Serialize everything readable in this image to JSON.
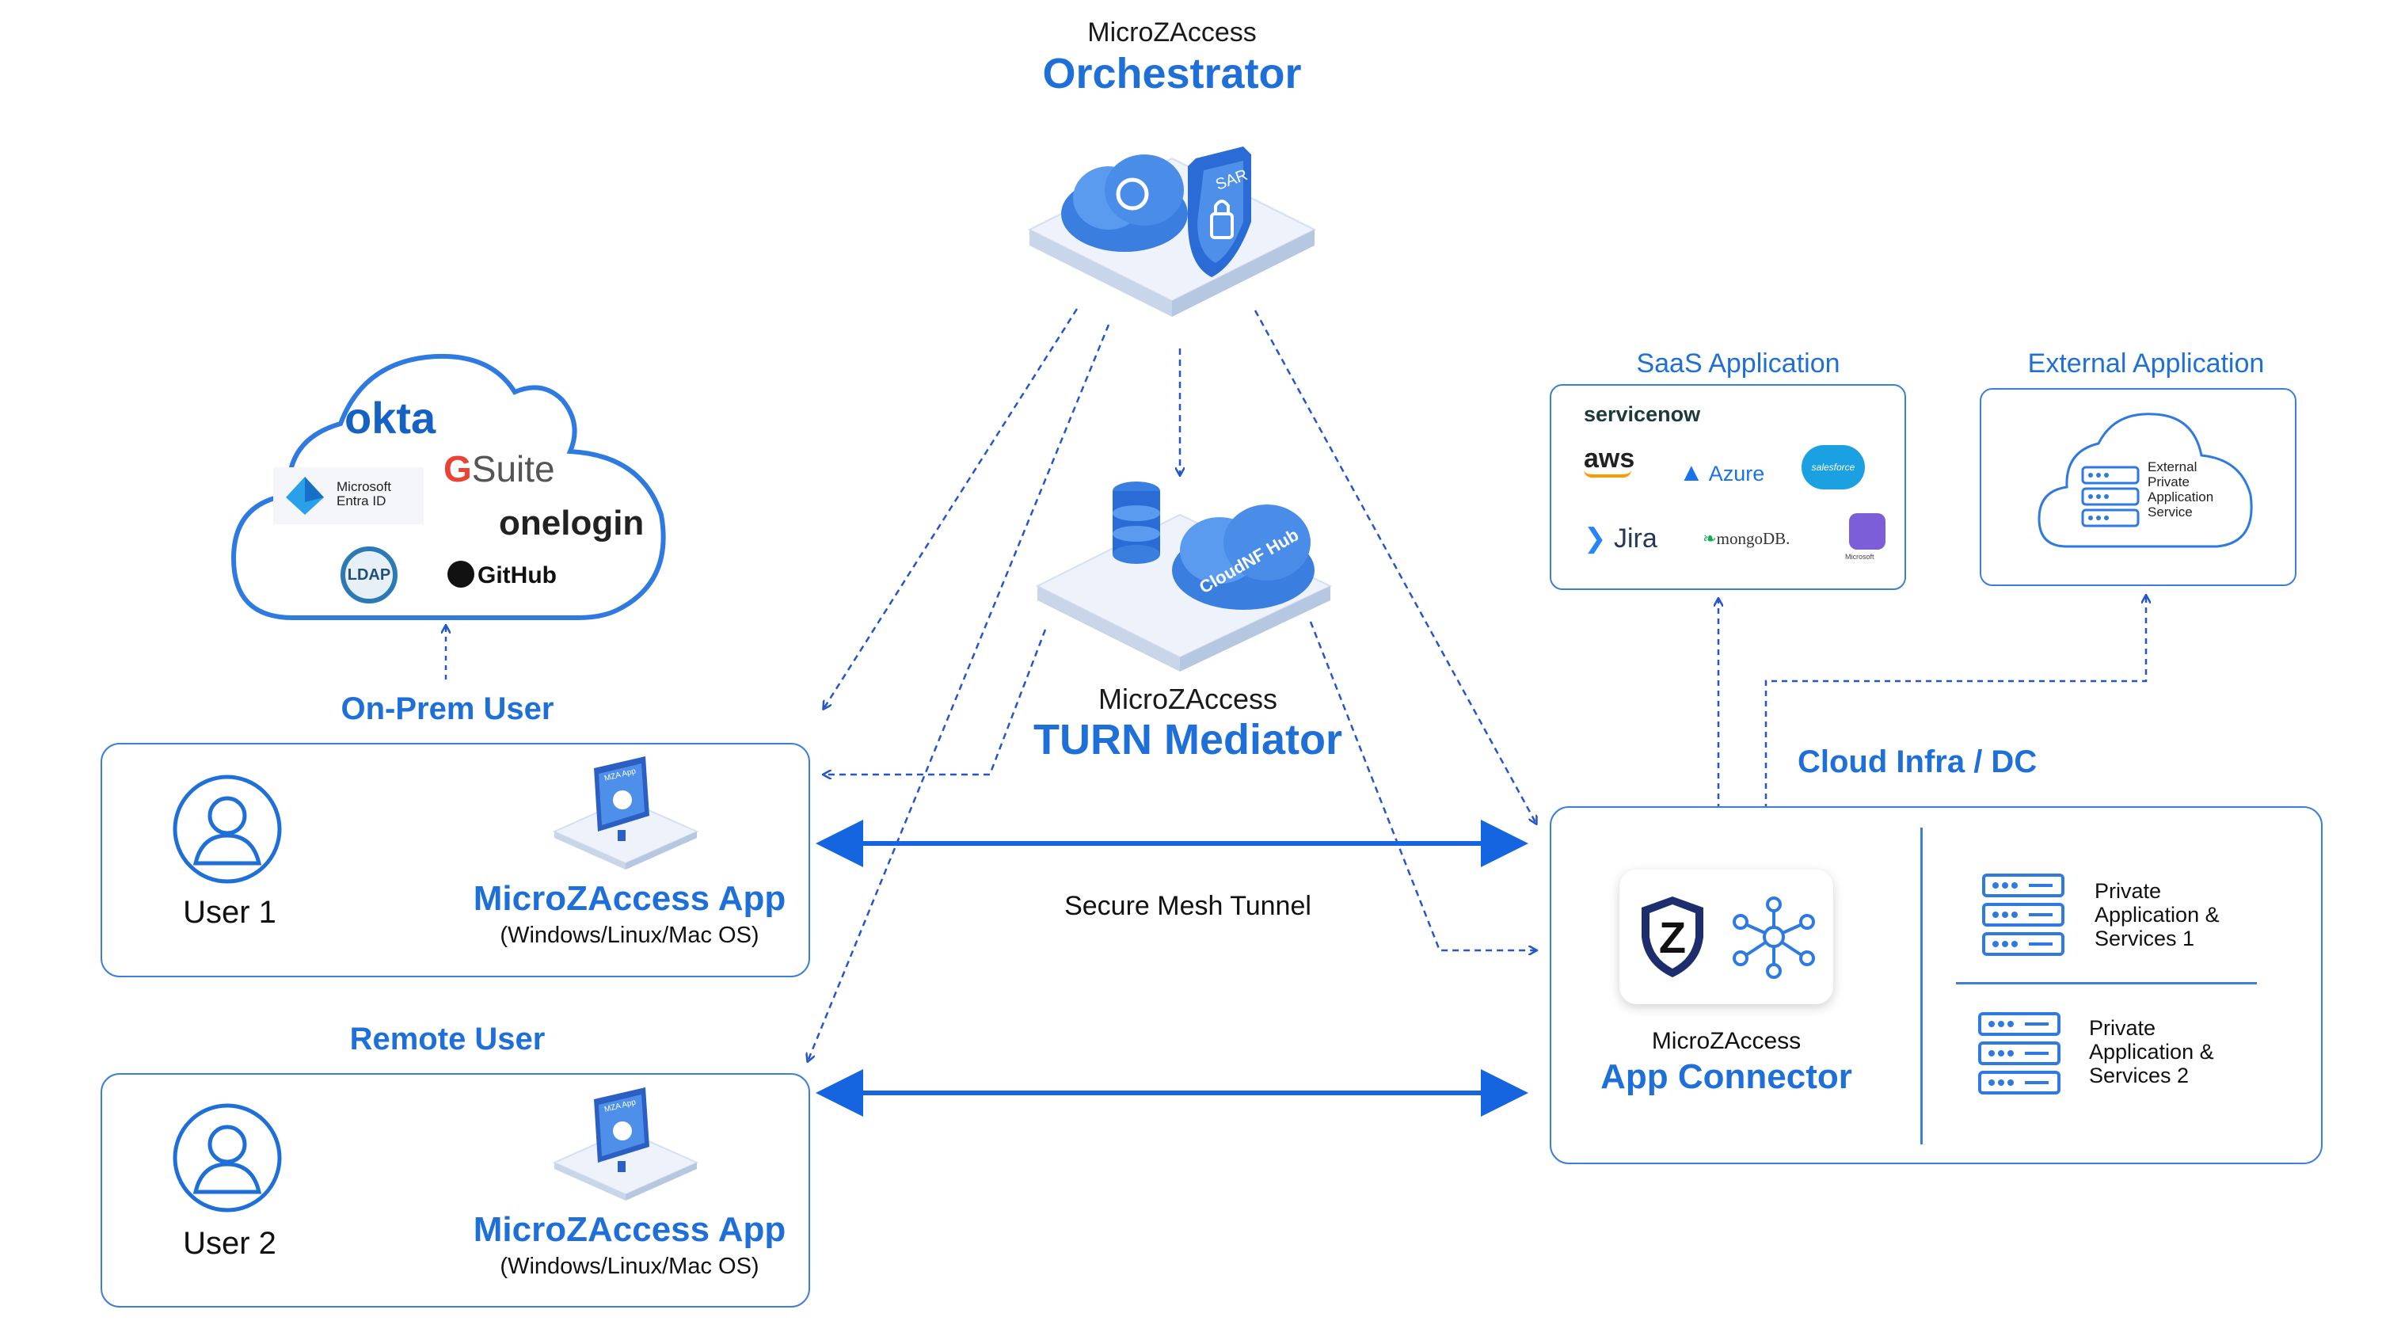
{
  "orchestrator": {
    "brand": "MicroZAccess",
    "title": "Orchestrator",
    "shield_text": "SAR"
  },
  "turn": {
    "brand": "MicroZAccess",
    "title": "TURN Mediator",
    "hub_text": "CloudNF Hub"
  },
  "idp": {
    "logos": [
      "okta",
      "Suite",
      "Microsoft Entra ID",
      "onelogin",
      "LDAP",
      "GitHub"
    ],
    "gsuite_g": "G"
  },
  "onprem": {
    "title": "On-Prem User",
    "user_label": "User 1",
    "app_title": "MicroZAccess App",
    "app_os": "(Windows/Linux/Mac OS)",
    "screen_text": "MZA App"
  },
  "remote": {
    "title": "Remote User",
    "user_label": "User 2",
    "app_title": "MicroZAccess App",
    "app_os": "(Windows/Linux/Mac OS)",
    "screen_text": "MZA App"
  },
  "tunnel": {
    "label": "Secure Mesh Tunnel"
  },
  "saas": {
    "title": "SaaS Application",
    "logos": [
      "servicenow",
      "aws",
      "Azure",
      "salesforce",
      "Jira",
      "mongoDB.",
      "Microsoft"
    ]
  },
  "external": {
    "title": "External Application",
    "service": "External Private Application Service"
  },
  "cloud": {
    "title": "Cloud Infra / DC",
    "connector_brand": "MicroZAccess",
    "connector_title": "App Connector",
    "z_letter": "Z",
    "service1": "Private Application & Services 1",
    "service2": "Private Application & Services 2"
  },
  "colors": {
    "brand_blue": "#1f6fd8",
    "arrow_blue": "#1565e0",
    "dash_blue": "#2356c9",
    "green": "#1e8a2e",
    "panel_border": "#3b7fd6"
  }
}
